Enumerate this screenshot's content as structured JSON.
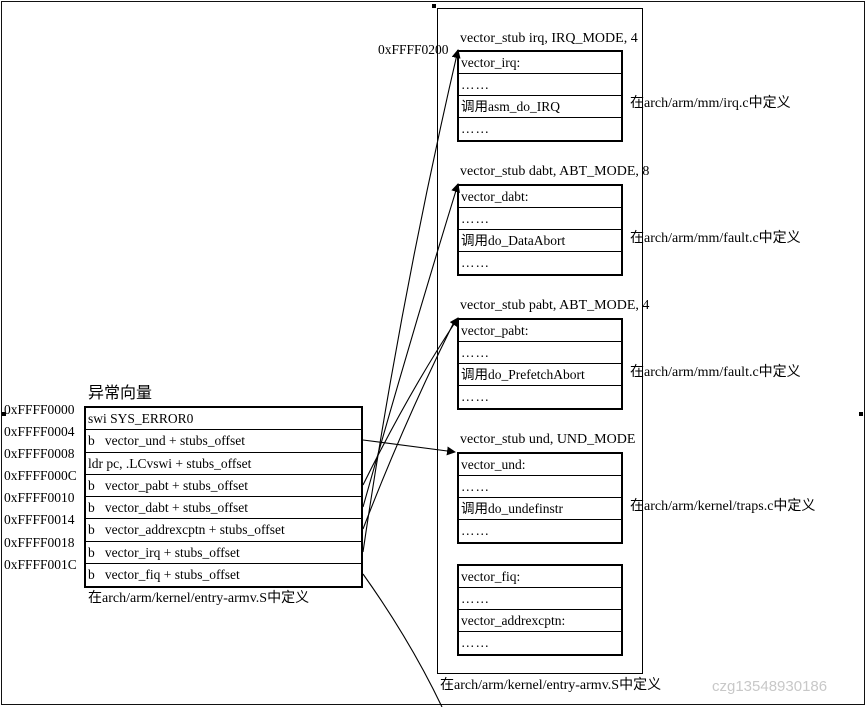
{
  "vector_table": {
    "title": "异常向量",
    "addresses": [
      "0xFFFF0000",
      "0xFFFF0004",
      "0xFFFF0008",
      "0xFFFF000C",
      "0xFFFF0010",
      "0xFFFF0014",
      "0xFFFF0018",
      "0xFFFF001C"
    ],
    "rows": [
      "swi SYS_ERROR0",
      "b   vector_und + stubs_offset",
      "ldr pc, .LCvswi + stubs_offset",
      "b   vector_pabt + stubs_offset",
      "b   vector_dabt + stubs_offset",
      "b   vector_addrexcptn + stubs_offset",
      "b   vector_irq + stubs_offset",
      "b   vector_fiq + stubs_offset"
    ],
    "caption": "在arch/arm/kernel/entry-armv.S中定义"
  },
  "stubs": {
    "base_address": "0xFFFF0200",
    "caption": "在arch/arm/kernel/entry-armv.S中定义",
    "groups": [
      {
        "title": "vector_stub irq, IRQ_MODE, 4",
        "rows": [
          "vector_irq:",
          "……",
          "调用asm_do_IRQ",
          "……"
        ],
        "note": "在arch/arm/mm/irq.c中定义"
      },
      {
        "title": "vector_stub dabt, ABT_MODE, 8",
        "rows": [
          "vector_dabt:",
          "……",
          "调用do_DataAbort",
          "……"
        ],
        "note": "在arch/arm/mm/fault.c中定义"
      },
      {
        "title": "vector_stub pabt, ABT_MODE, 4",
        "rows": [
          "vector_pabt:",
          "……",
          "调用do_PrefetchAbort",
          "……"
        ],
        "note": "在arch/arm/mm/fault.c中定义"
      },
      {
        "title": "vector_stub und, UND_MODE",
        "rows": [
          "vector_und:",
          "……",
          "调用do_undefinstr",
          "……"
        ],
        "note": "在arch/arm/kernel/traps.c中定义"
      },
      {
        "title": "",
        "rows": [
          "vector_fiq:",
          "……",
          "vector_addrexcptn:",
          "……"
        ],
        "note": ""
      }
    ]
  },
  "watermark": "czg13548930186"
}
